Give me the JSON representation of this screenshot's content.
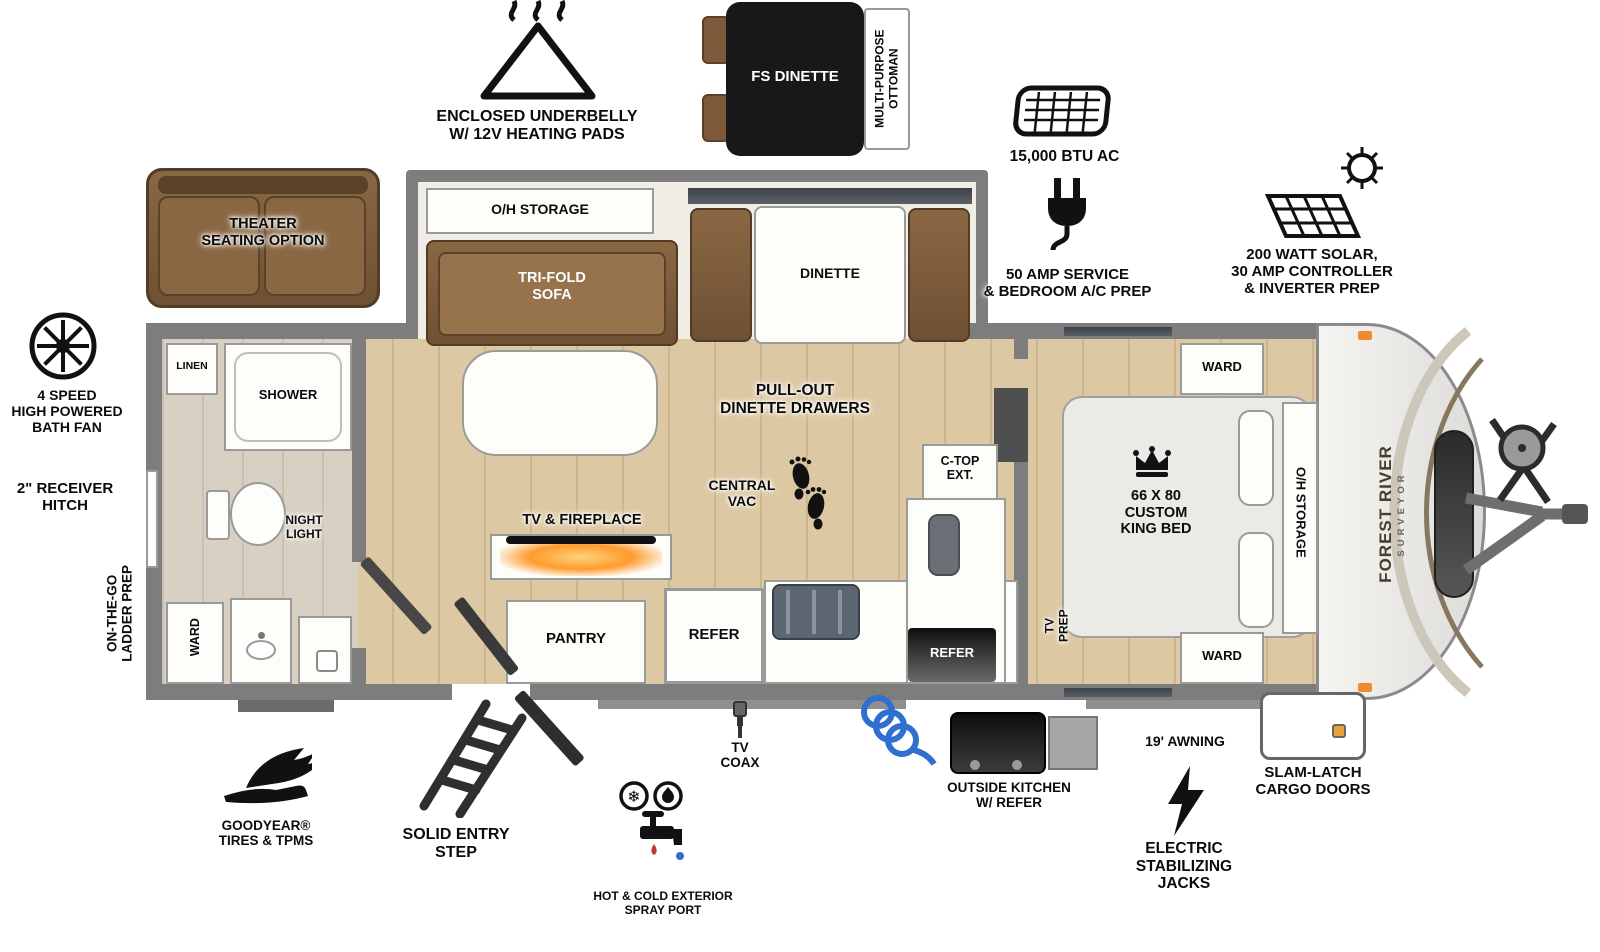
{
  "callouts": {
    "underbelly": {
      "label": "ENCLOSED UNDERBELLY\nW/ 12V HEATING PADS"
    },
    "ottoman": {
      "title": "FS DINETTE",
      "side": "MULTI-PURPOSE\nOTTOMAN"
    },
    "ac": {
      "label": "15,000 BTU AC"
    },
    "amp": {
      "label": "50 AMP SERVICE\n& BEDROOM A/C PREP"
    },
    "solar": {
      "label": "200 WATT SOLAR,\n30 AMP CONTROLLER\n& INVERTER PREP"
    },
    "fan": {
      "label": "4 SPEED\nHIGH POWERED\nBATH FAN"
    },
    "hitch": {
      "label": "2\" RECEIVER\nHITCH"
    },
    "ladder": {
      "label": "ON-THE-GO\nLADDER PREP"
    },
    "tires": {
      "label": "GOODYEAR®\nTIRES & TPMS"
    },
    "step": {
      "label": "SOLID ENTRY\nSTEP"
    },
    "spray": {
      "label": "HOT & COLD EXTERIOR\nSPRAY PORT"
    },
    "coax": {
      "label": "TV\nCOAX"
    },
    "outside_kitchen": {
      "label": "OUTSIDE KITCHEN\nW/ REFER"
    },
    "awning": {
      "label": "19' AWNING"
    },
    "jacks": {
      "label": "ELECTRIC\nSTABILIZING\nJACKS"
    },
    "cargo": {
      "label": "SLAM-LATCH\nCARGO DOORS"
    },
    "theater": {
      "label": "THEATER\nSEATING OPTION"
    }
  },
  "rooms": {
    "bath": {
      "linen": "LINEN",
      "shower": "SHOWER",
      "night_light": "NIGHT\nLIGHT",
      "ward": "WARD"
    },
    "living": {
      "oh_storage": "O/H STORAGE",
      "sofa": "TRI-FOLD\nSOFA",
      "dinette": "DINETTE",
      "pullout": "PULL-OUT\nDINETTE DRAWERS",
      "central_vac": "CENTRAL\nVAC",
      "tv_fireplace": "TV & FIREPLACE",
      "pantry": "PANTRY",
      "refer": "REFER",
      "ctop": "C-TOP\nEXT.",
      "outside_refer": "REFER"
    },
    "bedroom": {
      "ward_top": "WARD",
      "bed": "66 X 80\nCUSTOM\nKING BED",
      "oh_storage": "O/H STORAGE",
      "tv_prep": "TV\nPREP",
      "ward_bottom": "WARD"
    }
  },
  "brand": {
    "line1": "FOREST RIVER",
    "line2": "SURVEYOR"
  },
  "colors": {
    "wall": "#7d7d7d",
    "floor": "#dcc8a2",
    "furniture_brown": "#7b5a39",
    "fireplace_orange": "#ff9b2e",
    "hose_blue": "#2f6fd0",
    "marker_orange": "#ef8b2d"
  }
}
